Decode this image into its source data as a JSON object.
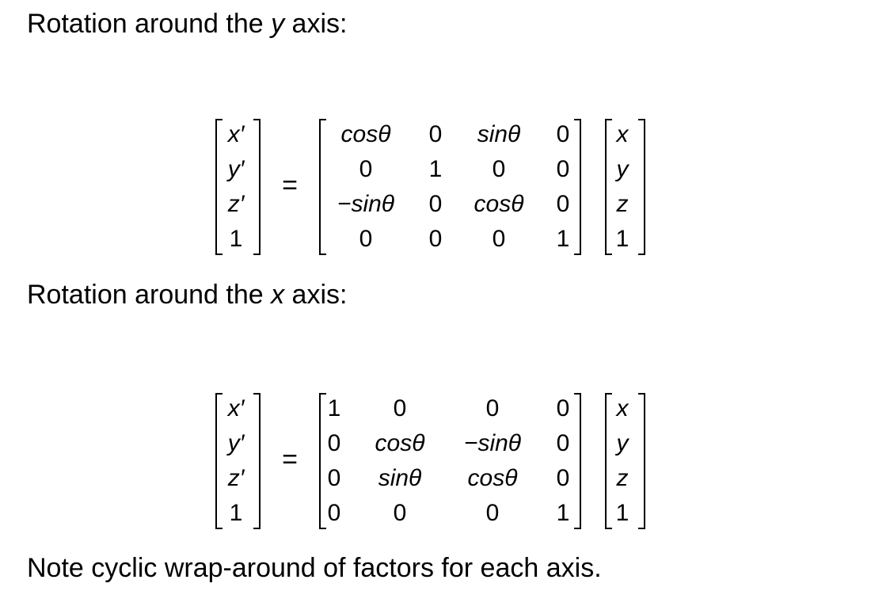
{
  "heading_y": {
    "prefix": "Rotation around the ",
    "axis": "y",
    "suffix": " axis:"
  },
  "heading_x": {
    "prefix": "Rotation around the ",
    "axis": "x",
    "suffix": " axis:"
  },
  "equals": "=",
  "output_vector": [
    "x′",
    "y′",
    "z′",
    "1"
  ],
  "input_vector": [
    "x",
    "y",
    "z",
    "1"
  ],
  "matrix_y": [
    [
      "cosθ",
      "0",
      "sinθ",
      "0"
    ],
    [
      "0",
      "1",
      "0",
      "0"
    ],
    [
      "−sinθ",
      "0",
      "cosθ",
      "0"
    ],
    [
      "0",
      "0",
      "0",
      "1"
    ]
  ],
  "matrix_x": [
    [
      "1",
      "0",
      "0",
      "0"
    ],
    [
      "0",
      "cosθ",
      "−sinθ",
      "0"
    ],
    [
      "0",
      "sinθ",
      "cosθ",
      "0"
    ],
    [
      "0",
      "0",
      "0",
      "1"
    ]
  ],
  "note": "Note cyclic wrap-around of factors for each axis."
}
